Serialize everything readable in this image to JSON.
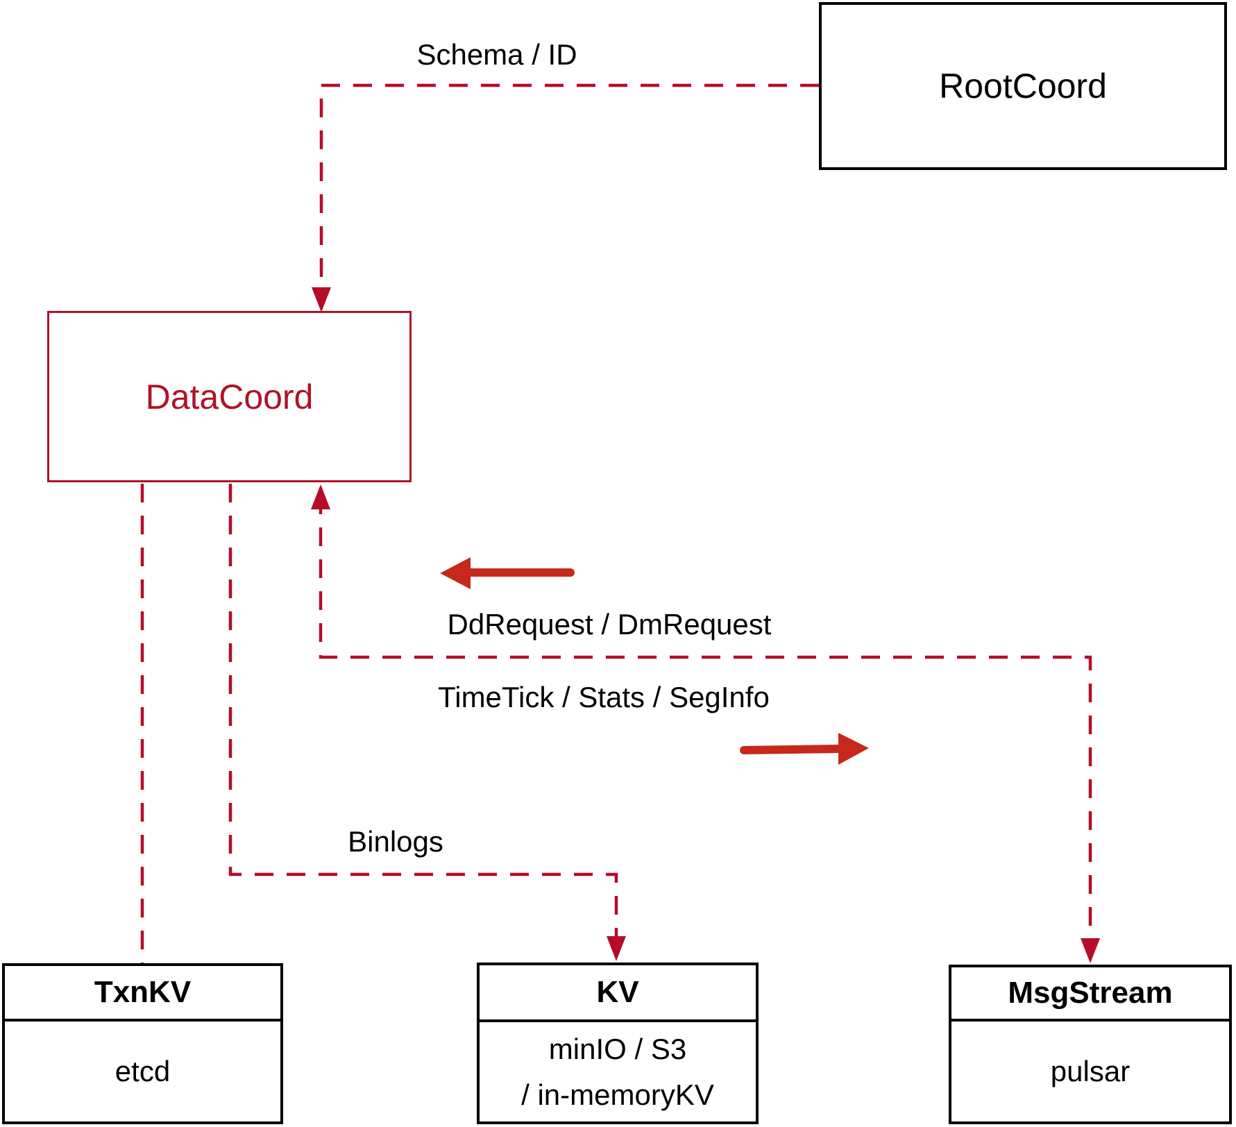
{
  "diagram": {
    "nodes": {
      "rootcoord": {
        "label": "RootCoord"
      },
      "datacoord": {
        "label": "DataCoord"
      },
      "txnkv": {
        "title": "TxnKV",
        "body": "etcd"
      },
      "kv": {
        "title": "KV",
        "body_line1": "minIO / S3",
        "body_line2": "/ in-memoryKV"
      },
      "msgstream": {
        "title": "MsgStream",
        "body": "pulsar"
      }
    },
    "edges": {
      "schema_id_label": "Schema / ID",
      "dd_dm_request_label": "DdRequest / DmRequest",
      "timetick_label": "TimeTick / Stats / SegInfo",
      "binlogs_label": "Binlogs"
    },
    "colors": {
      "dashed_connector": "#b50d28",
      "solid_arrow": "#c6281c",
      "datacoord_accent": "#b01226",
      "box_border": "#000000",
      "text": "#000000",
      "background": "#ffffff"
    }
  }
}
